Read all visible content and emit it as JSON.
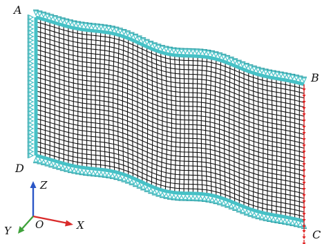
{
  "labels": {
    "corner_a": "A",
    "corner_b": "B",
    "corner_c": "C",
    "corner_d": "D"
  },
  "axes": {
    "z": "Z",
    "y": "Y",
    "x": "X",
    "origin": "O"
  },
  "colors": {
    "mesh": "#111111",
    "boundary": "#46c1c6",
    "boundary_dark": "#2aa0a6",
    "load_arrows": "#e02020",
    "axis_z": "#2a56c6",
    "axis_x": "#d92a2a",
    "axis_y": "#3fa23a"
  },
  "icons": {
    "boundary_supports": "triangle-support-icon",
    "load_arrows": "down-arrow-icon"
  }
}
